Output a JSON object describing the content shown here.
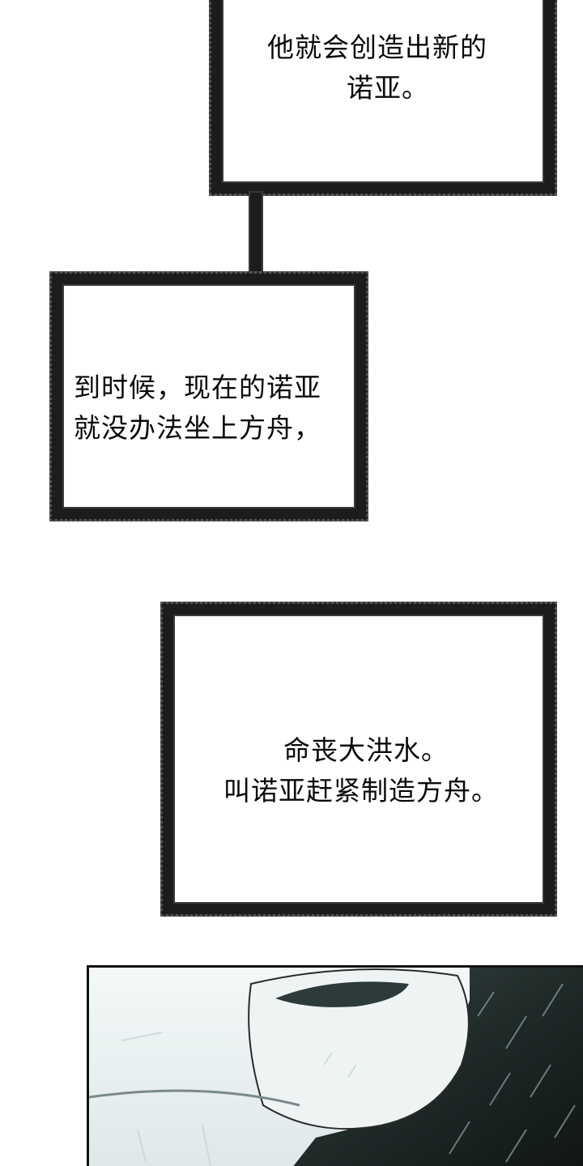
{
  "captions": [
    {
      "lines": [
        "他就会创造出新的",
        "诺亚。"
      ]
    },
    {
      "lines": [
        "到时候，现在的诺亚",
        "就没办法坐上方舟，"
      ]
    },
    {
      "lines": [
        "命丧大洪水。",
        "叫诺亚赶紧制造方舟。"
      ]
    }
  ],
  "colors": {
    "box_border": "#1c1c1c",
    "background": "#ffffff",
    "panel_light": "#e9f0f1",
    "panel_dark": "#1f2a29"
  }
}
